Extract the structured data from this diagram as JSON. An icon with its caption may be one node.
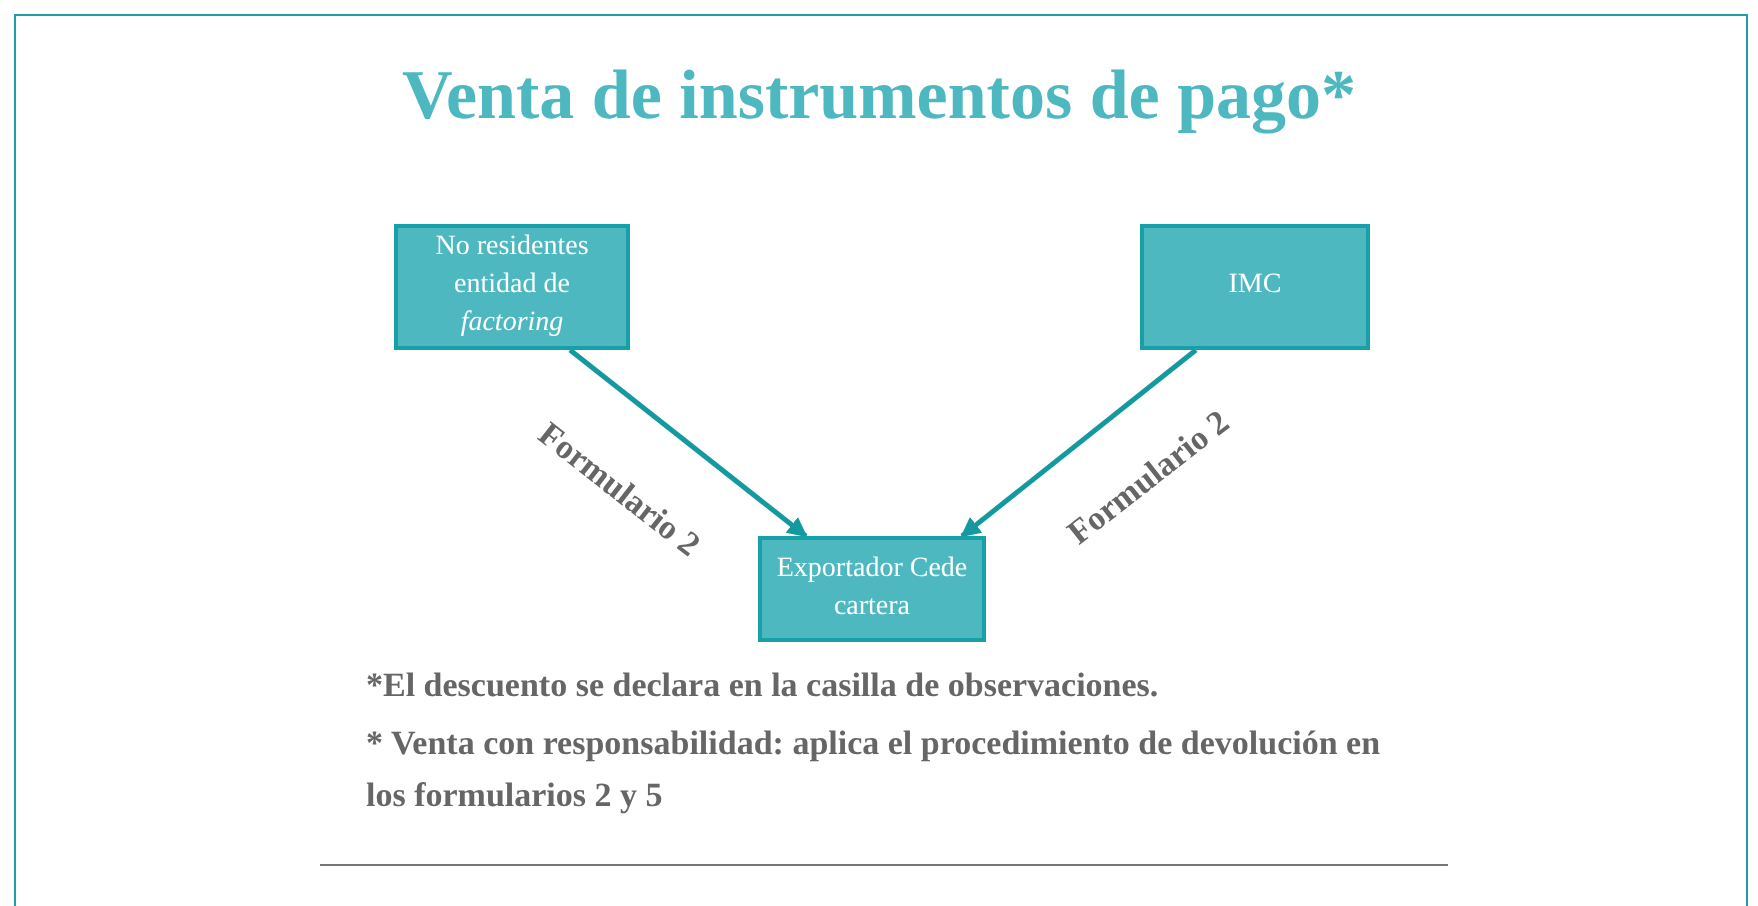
{
  "diagram": {
    "title": "Venta de instrumentos de pago*",
    "nodes": [
      {
        "text": [
          "No residentes entidad de *factoring*"
        ]
      },
      {
        "text": [
          "IMC"
        ]
      },
      {
        "text": [
          "Exportador Cede cartera"
        ]
      }
    ],
    "edges": [
      {
        "from": 0,
        "to": 2,
        "arrow": "to",
        "label": "Formulario 2"
      },
      {
        "from": 1,
        "to": 2,
        "arrow": "to",
        "label": "Formulario 2"
      }
    ],
    "labels": [
      "*El descuento se declara en la casilla de observaciones.",
      "* Venta con responsabilidad: aplica el procedimiento de devolución en los formularios 2 y 5"
    ]
  }
}
